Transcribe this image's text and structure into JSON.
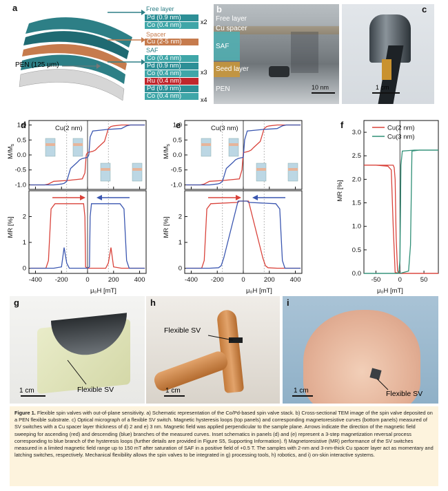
{
  "panels": {
    "a": {
      "label": "a",
      "free_layer": "Free layer",
      "pd09": "Pd (0.9 nm)",
      "co04": "Co (0.4 nm)",
      "x2": "x2",
      "spacer": "Spacer",
      "cu": "Cu (2-5 nm)",
      "saf": "SAF",
      "x3": "x3",
      "ru": "Ru (0.4 nm)",
      "x4": "x4",
      "pen": "PEN (125 μm)"
    },
    "b": {
      "label": "b",
      "free_layer": "Free layer",
      "cu_spacer": "Cu spacer",
      "saf": "SAF",
      "seed": "Seed layer",
      "pen": "PEN",
      "scale": "10 nm"
    },
    "c": {
      "label": "c",
      "scale": "1 cm"
    },
    "d": {
      "label": "d",
      "title": "Cu(2 nm)"
    },
    "e": {
      "label": "e",
      "title": "Cu(3 nm)"
    },
    "f": {
      "label": "f"
    },
    "g": {
      "label": "g",
      "scale": "1 cm",
      "tag": "Flexible SV"
    },
    "h": {
      "label": "h",
      "scale": "1 cm",
      "tag": "Flexible SV"
    },
    "i": {
      "label": "i",
      "scale": "1 cm",
      "tag": "Flexible SV"
    }
  },
  "axis_labels": {
    "mm": "M/M",
    "mm_sub": "s",
    "mr": "MR [%]",
    "xlabel": "μ₀H [mT]",
    "mr_f": "MR [%]"
  },
  "caption": {
    "lead": "Figure 1.",
    "text": "Flexible spin valves with out-of-plane sensitivity. a) Schematic representation of the Co/Pd-based spin valve stack. b) Cross-sectional TEM image of the spin valve deposited on a PEN flexible substrate. c) Optical micrograph of a flexible SV switch. Magnetic hysteresis loops (top panels) and corresponding magnetoresistive curves (bottom panels) measured of SV switches with a Cu spacer layer thickness of d) 2 and e) 3 nm. Magnetic field was applied perpendicular to the sample plane. Arrows indicate the direction of the magnetic field sweeping for ascending (red) and descending (blue) branches of the measured curves. Inset schematics in panels (d) and (e) represent a 3-step magnetization reversal process corresponding to blue branch of the hysteresis loops (further details are provided in Figure S5, Supporting Information). f) Magnetoresistive (MR) performance of the SV switches measured in a limited magnetic field range up to 150 mT after saturation of SAF in a positive field of +0.5 T. The samples with 2-nm and 3-nm-thick Cu spacer layer act as momentary and latching switches, respectively. Mechanical flexibility allows the spin valves to be integrated in g) processing tools, h) robotics, and i) on-skin interactive systems."
  },
  "chart_data": [
    {
      "type": "line",
      "panel": "d-top",
      "x_ticks": [
        -400,
        -200,
        0,
        200,
        400
      ],
      "y_ticks": [
        "-1.0",
        "-0.5",
        "0.0",
        "0.5",
        "1.0"
      ],
      "xlim": [
        -450,
        450
      ],
      "ylim": [
        -1.15,
        1.15
      ],
      "series": [
        {
          "color": "#d9423a",
          "x": [
            -440,
            -330,
            -300,
            -260,
            -150,
            -40,
            -20,
            -10,
            0,
            40,
            60,
            80,
            130,
            160,
            180,
            200,
            260,
            440
          ],
          "y": [
            -1,
            -1,
            -0.97,
            -0.88,
            -0.85,
            -0.8,
            -0.6,
            0.0,
            0.08,
            0.12,
            0.16,
            0.25,
            0.45,
            0.88,
            0.95,
            0.97,
            1.0,
            1.0
          ]
        },
        {
          "color": "#3a56b0",
          "x": [
            440,
            330,
            300,
            260,
            150,
            40,
            20,
            10,
            0,
            -40,
            -60,
            -80,
            -130,
            -160,
            -180,
            -200,
            -260,
            -440
          ],
          "y": [
            1,
            1,
            0.97,
            0.88,
            0.85,
            0.8,
            0.6,
            0.0,
            -0.08,
            -0.12,
            -0.16,
            -0.25,
            -0.45,
            -0.88,
            -0.95,
            -0.97,
            -1.0,
            -1.0
          ]
        }
      ]
    },
    {
      "type": "line",
      "panel": "d-bottom",
      "x_ticks": [
        -400,
        -200,
        0,
        200,
        400
      ],
      "y_ticks": [
        "0",
        "1",
        "2"
      ],
      "xlim": [
        -450,
        450
      ],
      "ylim": [
        -0.2,
        3.0
      ],
      "series": [
        {
          "color": "#d9423a",
          "x": [
            -440,
            -320,
            -300,
            -280,
            -250,
            -30,
            -20,
            -15,
            0,
            20,
            140,
            160,
            180,
            200,
            260,
            440
          ],
          "y": [
            0,
            0,
            0.3,
            2.3,
            2.5,
            2.5,
            2.0,
            0.05,
            0,
            0,
            0,
            0.2,
            0.8,
            0.05,
            0,
            0
          ]
        },
        {
          "color": "#3a56b0",
          "x": [
            440,
            320,
            300,
            280,
            250,
            30,
            20,
            15,
            0,
            -20,
            -140,
            -160,
            -180,
            -200,
            -260,
            -440
          ],
          "y": [
            0,
            0,
            0.3,
            2.3,
            2.5,
            2.5,
            2.0,
            0.05,
            0,
            0,
            0,
            0.2,
            0.8,
            0.05,
            0,
            0
          ]
        }
      ]
    },
    {
      "type": "line",
      "panel": "e-top",
      "x_ticks": [
        -400,
        -200,
        0,
        200,
        400
      ],
      "y_ticks": [
        "-1.0",
        "-0.5",
        "0.0",
        "0.5",
        "1.0"
      ],
      "xlim": [
        -450,
        450
      ],
      "ylim": [
        -1.15,
        1.15
      ],
      "series": [
        {
          "color": "#d9423a",
          "x": [
            -440,
            -330,
            -300,
            -260,
            -150,
            -30,
            -10,
            0,
            20,
            40,
            60,
            80,
            130,
            160,
            180,
            200,
            260,
            440
          ],
          "y": [
            -1,
            -1,
            -0.97,
            -0.88,
            -0.85,
            -0.8,
            -0.5,
            0.08,
            0.1,
            0.12,
            0.16,
            0.25,
            0.45,
            0.88,
            0.95,
            0.97,
            1.0,
            1.0
          ]
        },
        {
          "color": "#3a56b0",
          "x": [
            440,
            330,
            300,
            260,
            150,
            30,
            10,
            0,
            -20,
            -40,
            -60,
            -80,
            -130,
            -160,
            -180,
            -200,
            -260,
            -440
          ],
          "y": [
            1,
            1,
            0.97,
            0.88,
            0.85,
            0.8,
            0.5,
            -0.08,
            -0.1,
            -0.12,
            -0.16,
            -0.25,
            -0.45,
            -0.88,
            -0.95,
            -0.97,
            -1.0,
            -1.0
          ]
        }
      ]
    },
    {
      "type": "line",
      "panel": "e-bottom",
      "x_ticks": [
        -400,
        -200,
        0,
        200,
        400
      ],
      "y_ticks": [
        "0",
        "1",
        "2"
      ],
      "xlim": [
        -450,
        450
      ],
      "ylim": [
        -0.2,
        3.0
      ],
      "series": [
        {
          "color": "#d9423a",
          "x": [
            -440,
            -320,
            -300,
            -280,
            -250,
            -40,
            -30,
            -10,
            0,
            20,
            40,
            150,
            170,
            190,
            260,
            440
          ],
          "y": [
            0,
            0,
            0.3,
            2.3,
            2.5,
            2.55,
            2.6,
            2.6,
            2.6,
            2.6,
            2.6,
            0.4,
            0.1,
            0.02,
            0,
            0
          ]
        },
        {
          "color": "#3a56b0",
          "x": [
            440,
            320,
            300,
            280,
            250,
            40,
            30,
            10,
            0,
            -20,
            -40,
            -150,
            -170,
            -190,
            -260,
            -440
          ],
          "y": [
            0,
            0,
            0.3,
            2.3,
            2.5,
            2.55,
            2.6,
            2.6,
            2.6,
            2.6,
            2.6,
            0.4,
            0.1,
            0.02,
            0,
            0
          ]
        }
      ]
    },
    {
      "type": "line",
      "panel": "f",
      "x_ticks": [
        -50,
        0,
        50
      ],
      "y_ticks": [
        "0.0",
        "0.5",
        "1.0",
        "1.5",
        "2.0",
        "2.5",
        "3.0"
      ],
      "xlim": [
        -75,
        80
      ],
      "ylim": [
        0,
        3.25
      ],
      "series": [
        {
          "name": "Cu(2 nm)",
          "color": "#d9423a",
          "x": [
            -75,
            -50,
            -25,
            -18,
            -14,
            -10,
            0,
            30,
            80
          ],
          "y": [
            2.3,
            2.3,
            2.28,
            2.2,
            1.0,
            0.02,
            0,
            0,
            0
          ]
        },
        {
          "name": "Cu(2 nm)",
          "color": "#d9423a",
          "x": [
            80,
            30,
            0,
            -5,
            -8,
            -10,
            -12,
            -14,
            -75
          ],
          "y": [
            0,
            0,
            0,
            0.05,
            0.8,
            2.0,
            2.25,
            2.3,
            2.3
          ]
        },
        {
          "name": "Cu(3 nm)",
          "color": "#2f8f76",
          "x": [
            -75,
            -20,
            -5,
            -2,
            0,
            2,
            5,
            30,
            80
          ],
          "y": [
            0,
            0,
            0,
            0.05,
            0.3,
            2.3,
            2.6,
            2.62,
            2.62
          ]
        },
        {
          "name": "Cu(3 nm)",
          "color": "#2f8f76",
          "x": [
            80,
            40,
            25,
            22,
            18,
            0,
            -20,
            -75
          ],
          "y": [
            2.62,
            2.62,
            2.6,
            0.6,
            0.05,
            0,
            0,
            0
          ]
        }
      ]
    }
  ]
}
